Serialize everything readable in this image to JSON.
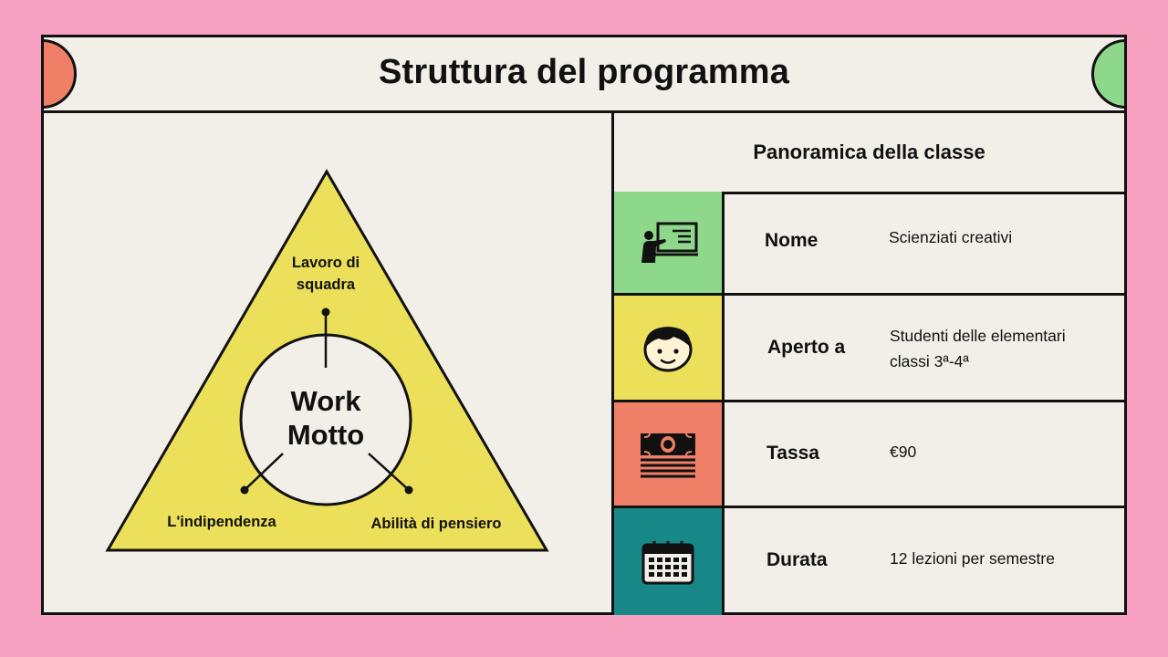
{
  "colors": {
    "background": "#f5a1bf",
    "panel": "#f1efe8",
    "border": "#111111",
    "red": "#ef8067",
    "green": "#8ed88c",
    "yellow": "#ece05a",
    "teal": "#178787"
  },
  "header": {
    "title": "Struttura del programma"
  },
  "diagram": {
    "center_line1": "Work",
    "center_line2": "Motto",
    "top_label_line1": "Lavoro di",
    "top_label_line2": "squadra",
    "bottom_left_label": "L'indipendenza",
    "bottom_right_label": "Abilità di pensiero"
  },
  "overview": {
    "heading": "Panoramica della classe",
    "rows": [
      {
        "icon": "teacher-board-icon",
        "color": "#8ed88c",
        "label": "Nome",
        "value": "Scienziati creativi"
      },
      {
        "icon": "child-face-icon",
        "color": "#ece05a",
        "label": "Aperto a",
        "value": "Studenti delle elementari\nclassi 3ª-4ª"
      },
      {
        "icon": "money-bills-icon",
        "color": "#ef8067",
        "label": "Tassa",
        "value": "€90"
      },
      {
        "icon": "calendar-icon",
        "color": "#178787",
        "label": "Durata",
        "value": "12 lezioni per semestre"
      }
    ]
  }
}
